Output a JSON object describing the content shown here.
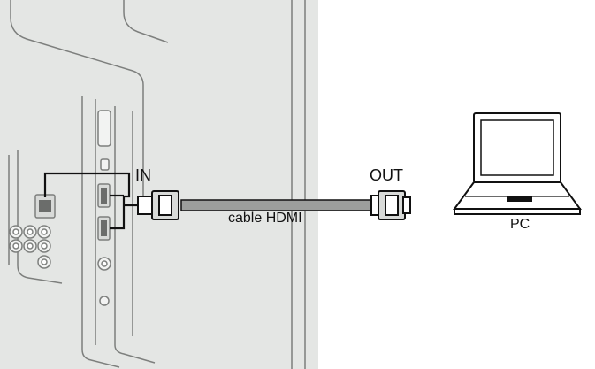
{
  "labels": {
    "in": "IN",
    "out": "OUT",
    "cable": "cable HDMI",
    "pc": "PC"
  },
  "colors": {
    "tv_panel": "#e4e6e4",
    "tv_outline": "#7d7f7d",
    "cable": "#9c9e9c",
    "connector": "#d8dad8",
    "ink": "#111111",
    "background": "#ffffff"
  },
  "icons": {
    "tv": "tv-rear-panel-icon",
    "laptop": "laptop-icon",
    "plug": "hdmi-plug-icon"
  }
}
